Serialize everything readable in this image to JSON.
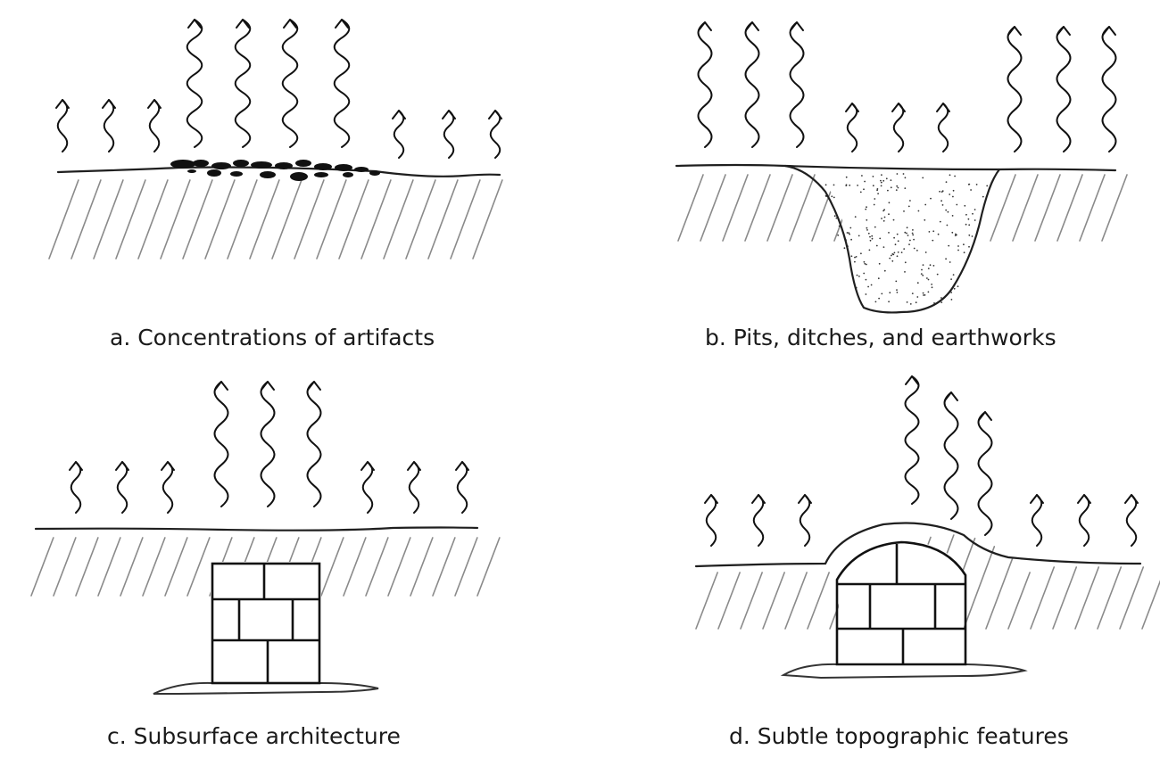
{
  "panels": [
    {
      "id": "a",
      "caption": "a. Concentrations of artifacts"
    },
    {
      "id": "b",
      "caption": "b. Pits, ditches, and earthworks"
    },
    {
      "id": "c",
      "caption": "c. Subsurface architecture"
    },
    {
      "id": "d",
      "caption": "d. Subtle topographic features"
    }
  ],
  "colors": {
    "ink": "#1a1a1a",
    "hatch": "#8a8a8a",
    "background": "#ffffff"
  }
}
